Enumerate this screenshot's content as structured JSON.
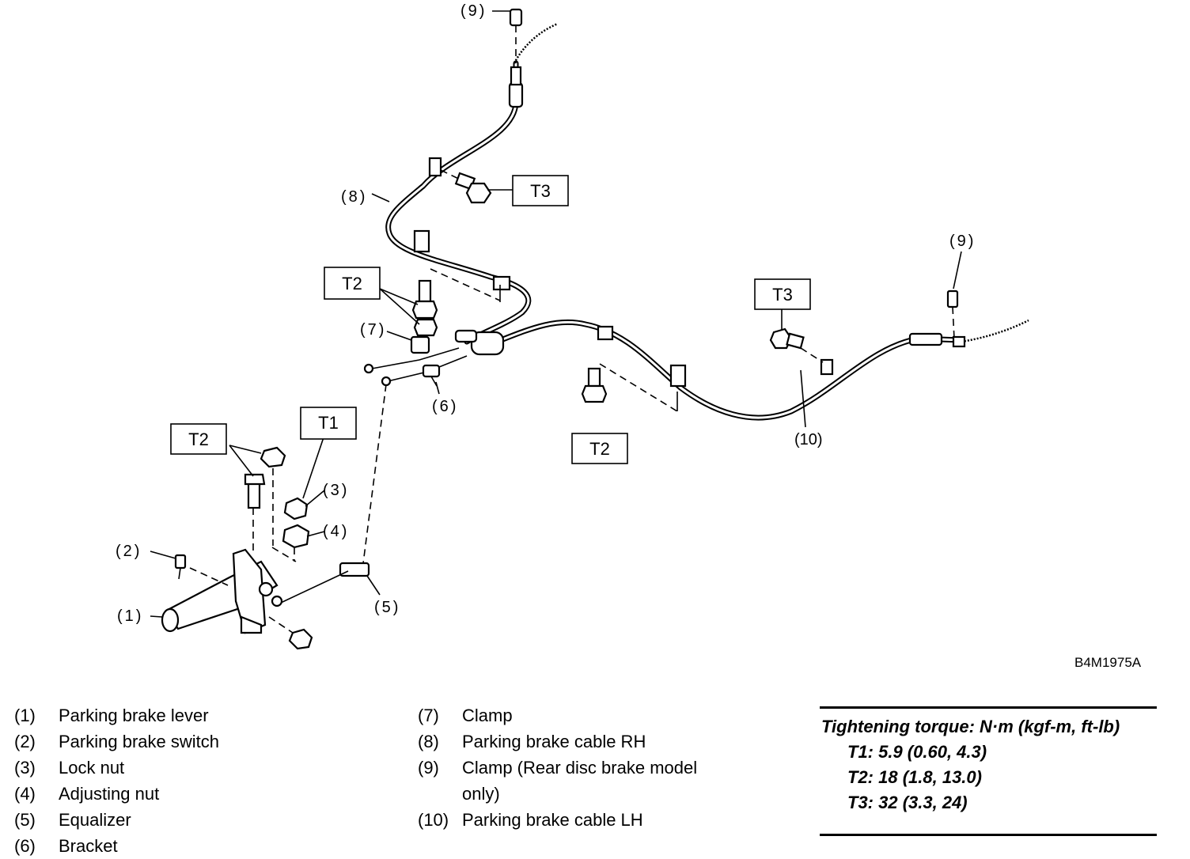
{
  "diagram_code": "B4M1975A",
  "callouts": {
    "c1": "(1)",
    "c2": "(2)",
    "c3": "(3)",
    "c4": "(4)",
    "c5": "(5)",
    "c6": "(6)",
    "c7": "(7)",
    "c8": "(8)",
    "c9a": "(9)",
    "c9b": "(9)",
    "c10": "(10)"
  },
  "torque_labels": {
    "t1": "T1",
    "t2a": "T2",
    "t2b": "T2",
    "t2c": "T2",
    "t3a": "T3",
    "t3b": "T3"
  },
  "legend_left": [
    {
      "num": "(1)",
      "text": "Parking brake lever"
    },
    {
      "num": "(2)",
      "text": "Parking brake switch"
    },
    {
      "num": "(3)",
      "text": "Lock nut"
    },
    {
      "num": "(4)",
      "text": "Adjusting nut"
    },
    {
      "num": "(5)",
      "text": "Equalizer"
    },
    {
      "num": "(6)",
      "text": "Bracket"
    }
  ],
  "legend_right": [
    {
      "num": "(7)",
      "text": "Clamp"
    },
    {
      "num": "(8)",
      "text": "Parking brake cable RH"
    },
    {
      "num": "(9)",
      "text": "Clamp (Rear disc brake model only)"
    },
    {
      "num": "(10)",
      "text": "Parking brake cable LH"
    }
  ],
  "torque": {
    "title": "Tightening torque: N·m (kgf-m, ft-lb)",
    "t1": "T1: 5.9 (0.60, 4.3)",
    "t2": "T2: 18 (1.8, 13.0)",
    "t3": "T3: 32 (3.3, 24)"
  }
}
